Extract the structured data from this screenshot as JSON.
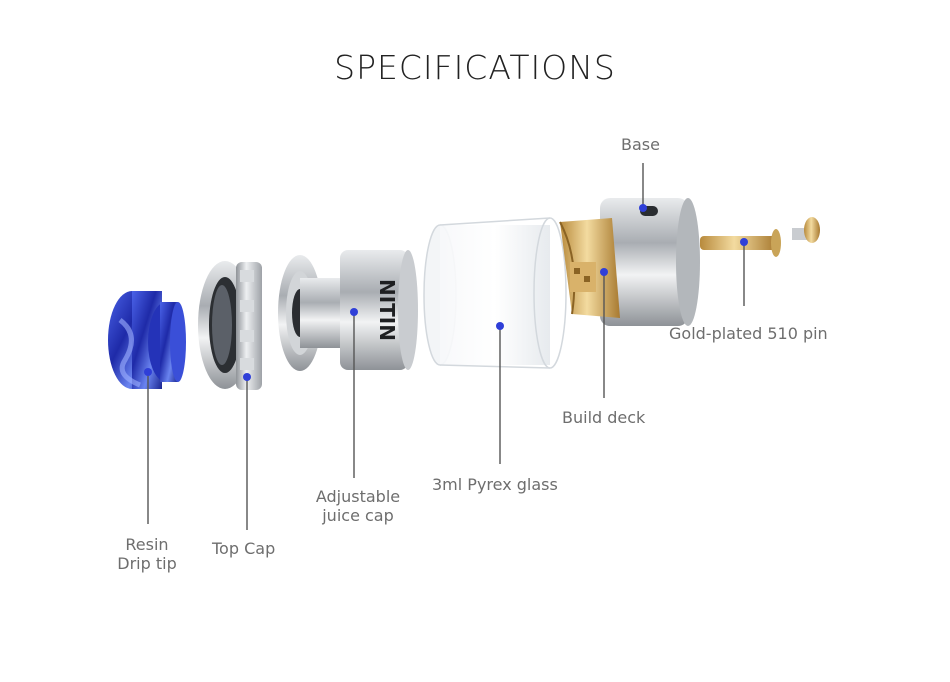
{
  "title": "SPECIFICATIONS",
  "labels": {
    "base": "Base",
    "pin": "Gold-plated 510 pin",
    "build_deck": "Build deck",
    "glass": "3ml Pyrex glass",
    "juice_cap_1": "Adjustable",
    "juice_cap_2": "juice cap",
    "top_cap": "Top Cap",
    "drip_tip_1": "Resin",
    "drip_tip_2": "Drip tip"
  },
  "engraving": "NITIN",
  "colors": {
    "accent_dot": "#2f3fd8",
    "leader_line": "#555555",
    "resin_blue": "#2a39c8",
    "steel": "#b8bcc0",
    "brass": "#d4b06a",
    "glass": "#eef1f4"
  }
}
